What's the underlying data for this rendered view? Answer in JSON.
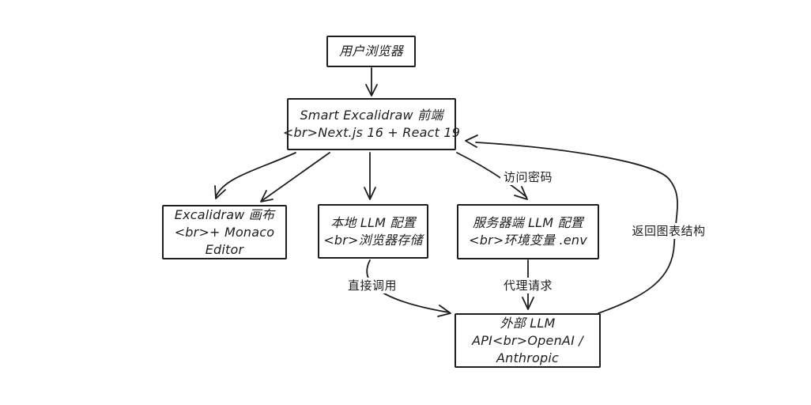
{
  "diagram": {
    "colors": {
      "stroke": "#1e1e1e",
      "background": "#ffffff"
    },
    "nodes": {
      "user_browser": {
        "line1": "用户浏览器"
      },
      "frontend": {
        "line1": "Smart Excalidraw 前端",
        "line2": "<br>Next.js 16 + React 19"
      },
      "excalidraw_canvas": {
        "line1": "Excalidraw 画布",
        "line2": "<br>+ Monaco",
        "line3": "Editor"
      },
      "local_llm": {
        "line1": "本地 LLM 配置",
        "line2": "<br>浏览器存储"
      },
      "server_llm": {
        "line1": "服务器端 LLM 配置",
        "line2": "<br>环境变量 .env"
      },
      "external_llm": {
        "line1": "外部 LLM",
        "line2": "API<br>OpenAI /",
        "line3": "Anthropic"
      }
    },
    "edge_labels": {
      "access_password": "访问密码",
      "direct_call": "直接调用",
      "proxy_request": "代理请求",
      "return_structure": "返回图表结构"
    }
  }
}
